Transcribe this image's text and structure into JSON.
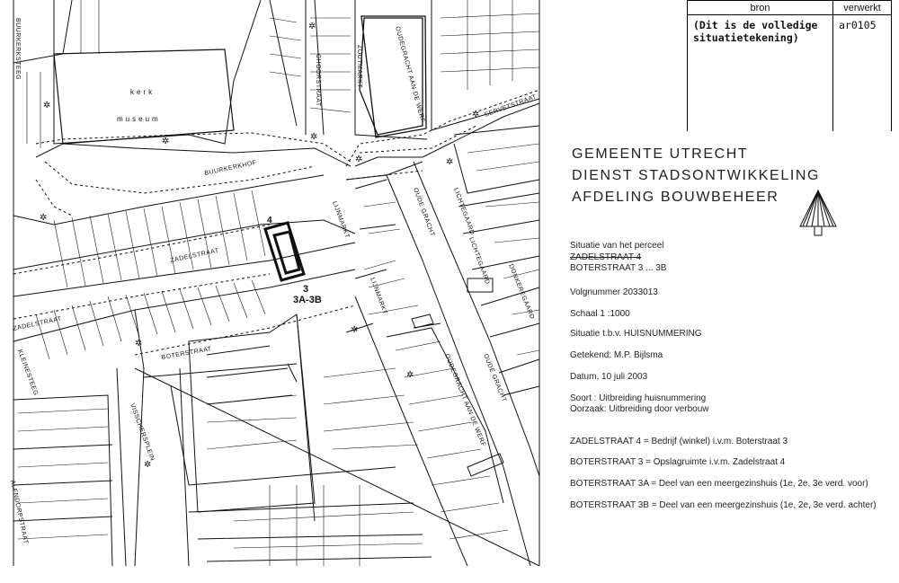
{
  "header_table": {
    "col_source": "bron",
    "col_processed": "verwerkt",
    "source_value": "(Dit is de volledige situatietekening)",
    "processed_value": "ar0105"
  },
  "organization": {
    "line1": "GEMEENTE  UTRECHT",
    "line2": "DIENST  STADSONTWIKKELING",
    "line3": "AFDELING  BOUWBEHEER"
  },
  "info": {
    "situation_title": "Situatie van het perceel",
    "old_address": "ZADELSTRAAT  4",
    "new_address": "BOTERSTRAAT  3  ...  3B",
    "volgnummer": "Volgnummer  2033013",
    "schaal": "Schaal  1 :1000",
    "situatie": "Situatie  t.b.v.  HUISNUMMERING",
    "getekend": "Getekend:  M.P.  Bijlsma",
    "datum": "Datum,  10  juli  2003",
    "soort": "Soort  :  Uitbreiding  huisnummering",
    "oorzaak": "Oorzaak:  Uitbreiding  door  verbouw",
    "legend": [
      "ZADELSTRAAT  4  =  Bedrijf  (winkel)  i.v.m.  Boterstraat  3",
      "BOTERSTRAAT  3  =  Opslagruimte  i.v.m.  Zadelstraat  4",
      "BOTERSTRAAT  3A  =  Deel  van  een  meergezinshuis  (1e,  2e,  3e  verd.  voor)",
      "BOTERSTRAAT  3B  =  Deel  van  een  meergezinshuis  (1e,  2e,  3e  verd.  achter)"
    ]
  },
  "map": {
    "streets": {
      "buurkerksteeg": "BUURKERKSTEEG",
      "choorstraat": "CHOORSTRAAT",
      "zakkendragerssteeg": "ZOUTMARKT",
      "oudegracht_top": "OUDEGRACHT AAN DE WERF",
      "servetstraat": "SERVETSTRAAT",
      "buurkerkhof": "BUURKERKHOF",
      "zadelstraat_a": "ZADELSTRAAT",
      "zadelstraat_b": "ZADELSTRAAT",
      "lijnmarkt_a": "LIJNMARKT",
      "lijnmarkt_b": "LIJNMARKT",
      "oudegracht_a": "OUDE GRACHT",
      "oudegracht_b": "OUDE GRACHT",
      "oudegracht_werf": "OUDEGRACHT AAN DE WERF",
      "lichtegaard_a": "LICHTEGAARD",
      "lichtegaard_b": "LICHTEGAARD",
      "donkeregaard": "DONKEREGAARD",
      "boterstraat": "BOTERSTRAAT",
      "viestraat": "VISSCHERSPLEIN",
      "almondstraat": "ALENDORPSTRAAT",
      "drakestr": "KLEINESTEEG",
      "kerk": "kerk",
      "museum": "museum"
    },
    "house_numbers": {
      "focus_4": "4",
      "focus_3": "3",
      "focus_3ab": "3A-3B"
    }
  },
  "colors": {
    "ink": "#111111",
    "paper": "#ffffff"
  }
}
